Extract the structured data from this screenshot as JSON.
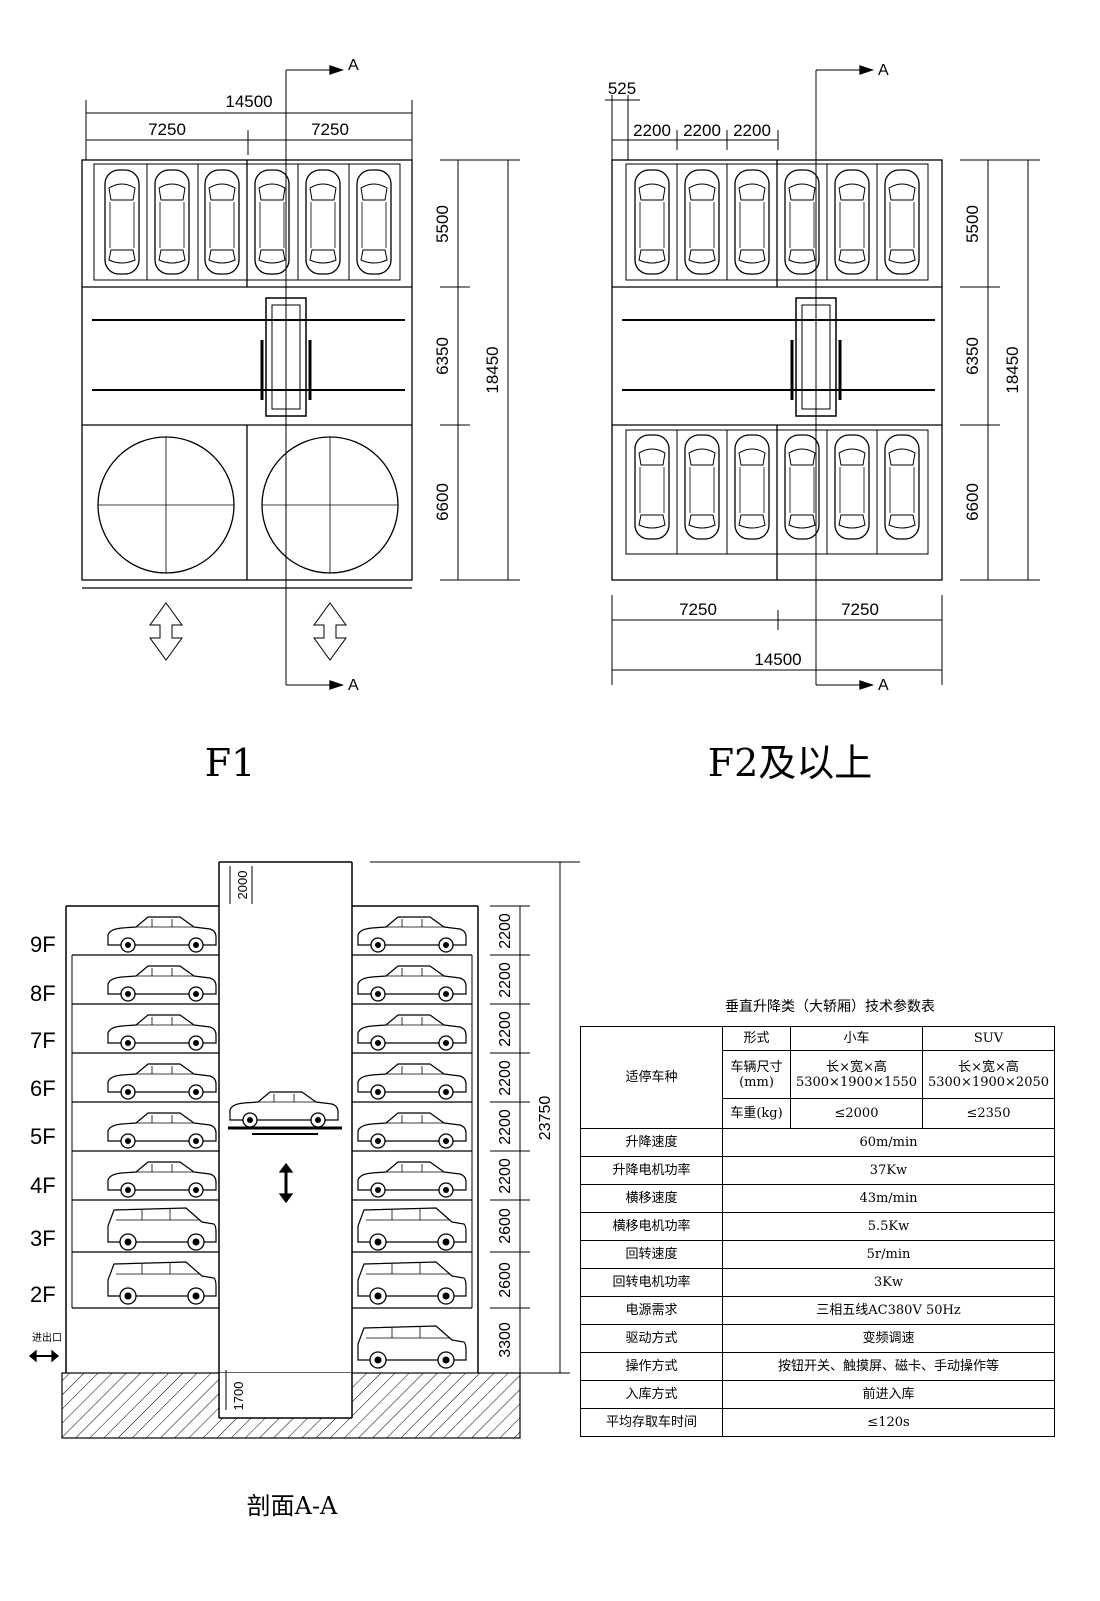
{
  "plans": {
    "f1": {
      "caption": "F1",
      "section_marker": "A",
      "dims": {
        "total_width": "14500",
        "half_left": "7250",
        "half_right": "7250",
        "row_top": "5500",
        "row_mid": "6350",
        "row_bottom": "6600",
        "total_depth": "18450"
      }
    },
    "f2": {
      "caption": "F2及以上",
      "section_marker": "A",
      "dims": {
        "offset": "525",
        "bay1": "2200",
        "bay2": "2200",
        "bay3": "2200",
        "row_top": "5500",
        "row_mid": "6350",
        "row_bottom": "6600",
        "total_depth": "18450",
        "half_left": "7250",
        "half_right": "7250",
        "total_width": "14500"
      }
    }
  },
  "section": {
    "caption": "剖面A-A",
    "entrance_label": "进出口",
    "floors": [
      "9F",
      "8F",
      "7F",
      "6F",
      "5F",
      "4F",
      "3F",
      "2F"
    ],
    "heights": [
      "2200",
      "2200",
      "2200",
      "2200",
      "2200",
      "2200",
      "2600",
      "2600",
      "3300"
    ],
    "pit_top": "2000",
    "pit_bottom": "1700",
    "total_height": "23750"
  },
  "spec_table": {
    "title": "垂直升降类（大轿厢）技术参数表",
    "vehicle": {
      "label": "适停车种",
      "header": {
        "field": "形式",
        "small": "小车",
        "suv": "SUV"
      },
      "size": {
        "field_line1": "车辆尺寸",
        "field_line2": "(mm)",
        "small_line1": "长×宽×高",
        "small_line2": "5300×1900×1550",
        "suv_line1": "长×宽×高",
        "suv_line2": "5300×1900×2050"
      },
      "weight": {
        "field": "车重(kg)",
        "small": "≤2000",
        "suv": "≤2350"
      }
    },
    "rows": [
      {
        "label": "升降速度",
        "value": "60m/min"
      },
      {
        "label": "升降电机功率",
        "value": "37Kw"
      },
      {
        "label": "横移速度",
        "value": "43m/min"
      },
      {
        "label": "横移电机功率",
        "value": "5.5Kw"
      },
      {
        "label": "回转速度",
        "value": "5r/min"
      },
      {
        "label": "回转电机功率",
        "value": "3Kw"
      },
      {
        "label": "电源需求",
        "value": "三相五线AC380V 50Hz"
      },
      {
        "label": "驱动方式",
        "value": "变频调速"
      },
      {
        "label": "操作方式",
        "value": "按钮开关、触摸屏、磁卡、手动操作等"
      },
      {
        "label": "入库方式",
        "value": "前进入库"
      },
      {
        "label": "平均存取车时间",
        "value": "≤120s"
      }
    ]
  }
}
